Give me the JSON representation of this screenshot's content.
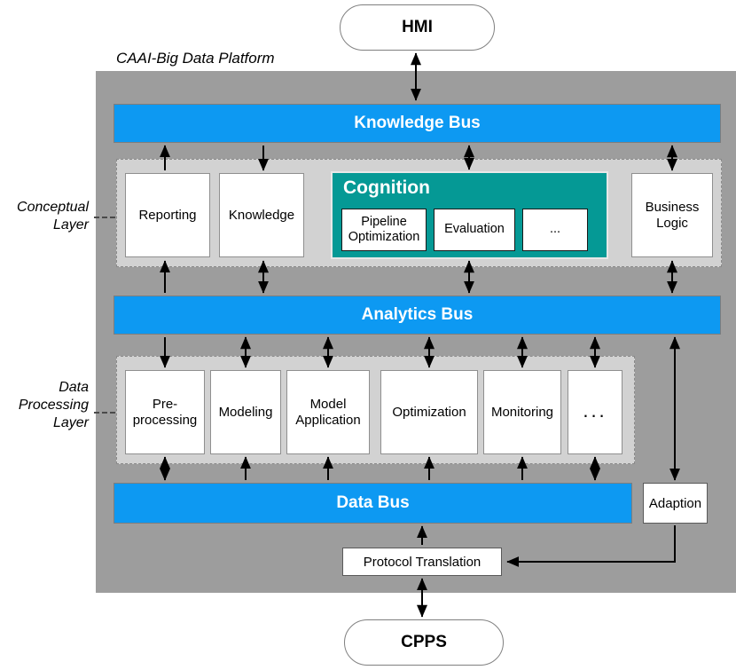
{
  "diagram": {
    "title": "CAAI-Big Data Platform",
    "external": {
      "top": "HMI",
      "bottom": "CPPS"
    },
    "buses": [
      {
        "id": "knowledge-bus",
        "label": "Knowledge Bus"
      },
      {
        "id": "analytics-bus",
        "label": "Analytics Bus"
      },
      {
        "id": "data-bus",
        "label": "Data Bus"
      }
    ],
    "layers": [
      {
        "id": "conceptual-layer",
        "label": "Conceptual\nLayer",
        "components": [
          "Reporting",
          "Knowledge",
          "Business Logic"
        ],
        "cognition": {
          "title": "Cognition",
          "items": [
            "Pipeline Optimization",
            "Evaluation",
            "..."
          ]
        }
      },
      {
        "id": "data-processing-layer",
        "label": "Data\nProcessing\nLayer",
        "components": [
          "Pre-processing",
          "Modeling",
          "Model Application",
          "Optimization",
          "Monitoring",
          "..."
        ]
      }
    ],
    "connectors": [
      {
        "id": "adaption",
        "label": "Adaption"
      },
      {
        "id": "protocol-translation",
        "label": "Protocol Translation"
      }
    ],
    "colors": {
      "bus": "#0d99f2",
      "cognition": "#059995",
      "platform_background": "#9d9d9d",
      "layer_band": "#d2d2d2",
      "component": "#ffffff",
      "stroke": "#000000"
    }
  }
}
